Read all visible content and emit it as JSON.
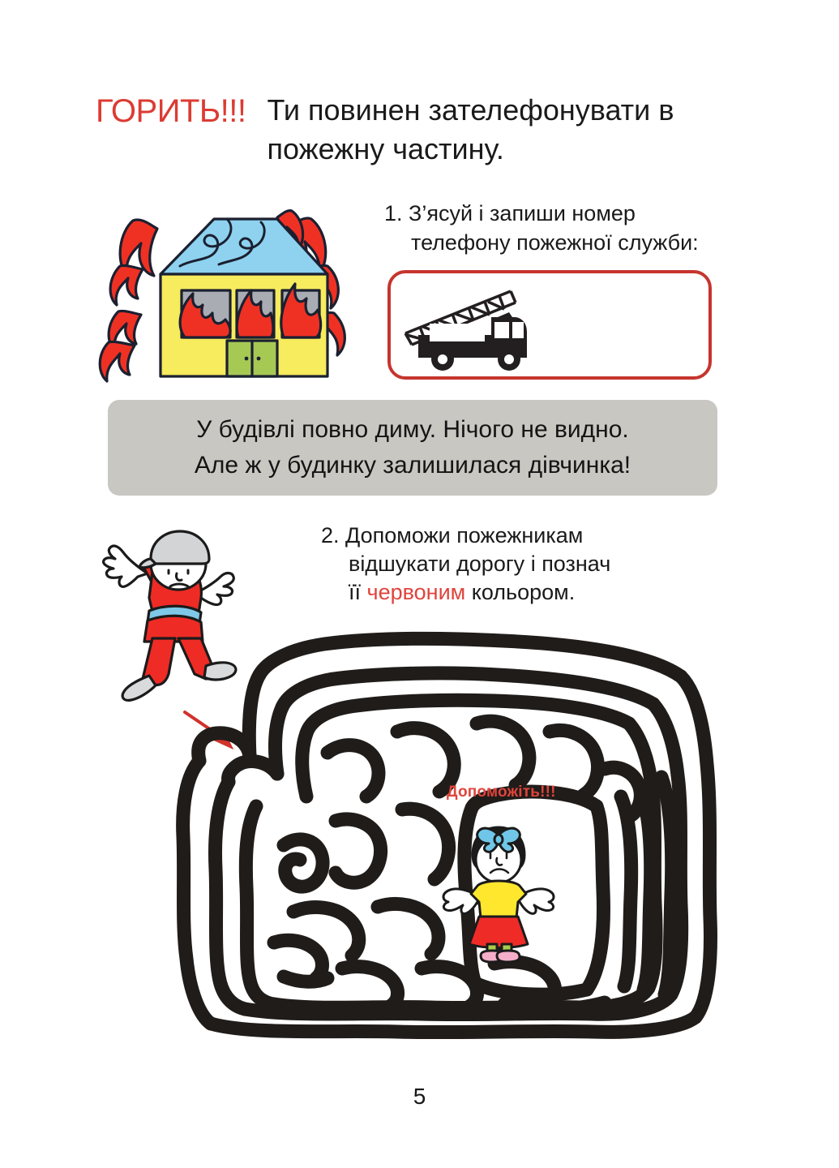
{
  "page": {
    "language": "Ukrainian",
    "number": "5",
    "background_color": "#ffffff"
  },
  "heading": {
    "alarm": "ГОРИТЬ!!!",
    "alarm_color": "#dc3b33",
    "instruction_line1": "Ти повинен зателефонувати",
    "instruction_line2": "в пожежну частину."
  },
  "task1": {
    "number": "1.",
    "line1": "З’ясуй і запиши номер",
    "line2": "телефону пожежної служби:",
    "answer_box": {
      "border_color": "#c6352e",
      "icon": "fire-truck-icon",
      "value": "",
      "placeholder": ""
    }
  },
  "illustration_house": {
    "name": "burning-house-illustration",
    "wall_color": "#f7eb5e",
    "roof_color": "#8ed2ef",
    "door_color": "#a6c954",
    "window_color": "#a9adb3",
    "flame_color": "#ef3124",
    "outline_color": "#1b2030"
  },
  "callout": {
    "background_color": "#c9c7c2",
    "line1": "У будівлі повно диму. Нічого не видно.",
    "line2": "Але ж у будинку залишилася дівчинка!"
  },
  "task2": {
    "number": "2.",
    "line1": "Допоможи пожежникам",
    "line2": "відшукати дорогу і познач",
    "line3_prefix": "її ",
    "line3_red": "червоним",
    "line3_suffix": " кольором.",
    "red_color": "#e0443c"
  },
  "illustration_firefighter": {
    "name": "running-firefighter-illustration",
    "uniform_color": "#ee2b25",
    "belt_color": "#7ec8e8",
    "helmet_color": "#d3d4d6",
    "boot_color": "#d9dadc",
    "skin_color": "#ffffff",
    "outline_color": "#1b1b1b"
  },
  "maze": {
    "name": "fire-rescue-maze",
    "wall_color": "#201c1a",
    "path_color": "#ffffff",
    "entrance_arrow_color": "#d2322b",
    "center_label": "Допоможіть!!!",
    "center_label_color": "#e0443c"
  },
  "illustration_girl": {
    "name": "trapped-girl-illustration",
    "bow_color": "#6fc6e8",
    "shirt_color": "#ffe72e",
    "skirt_color": "#ef2b27",
    "legs_color": "#a9cc4a",
    "shoes_color": "#f5aec9",
    "hair_color": "#1b1b1b",
    "outline_color": "#1b1b1b"
  }
}
